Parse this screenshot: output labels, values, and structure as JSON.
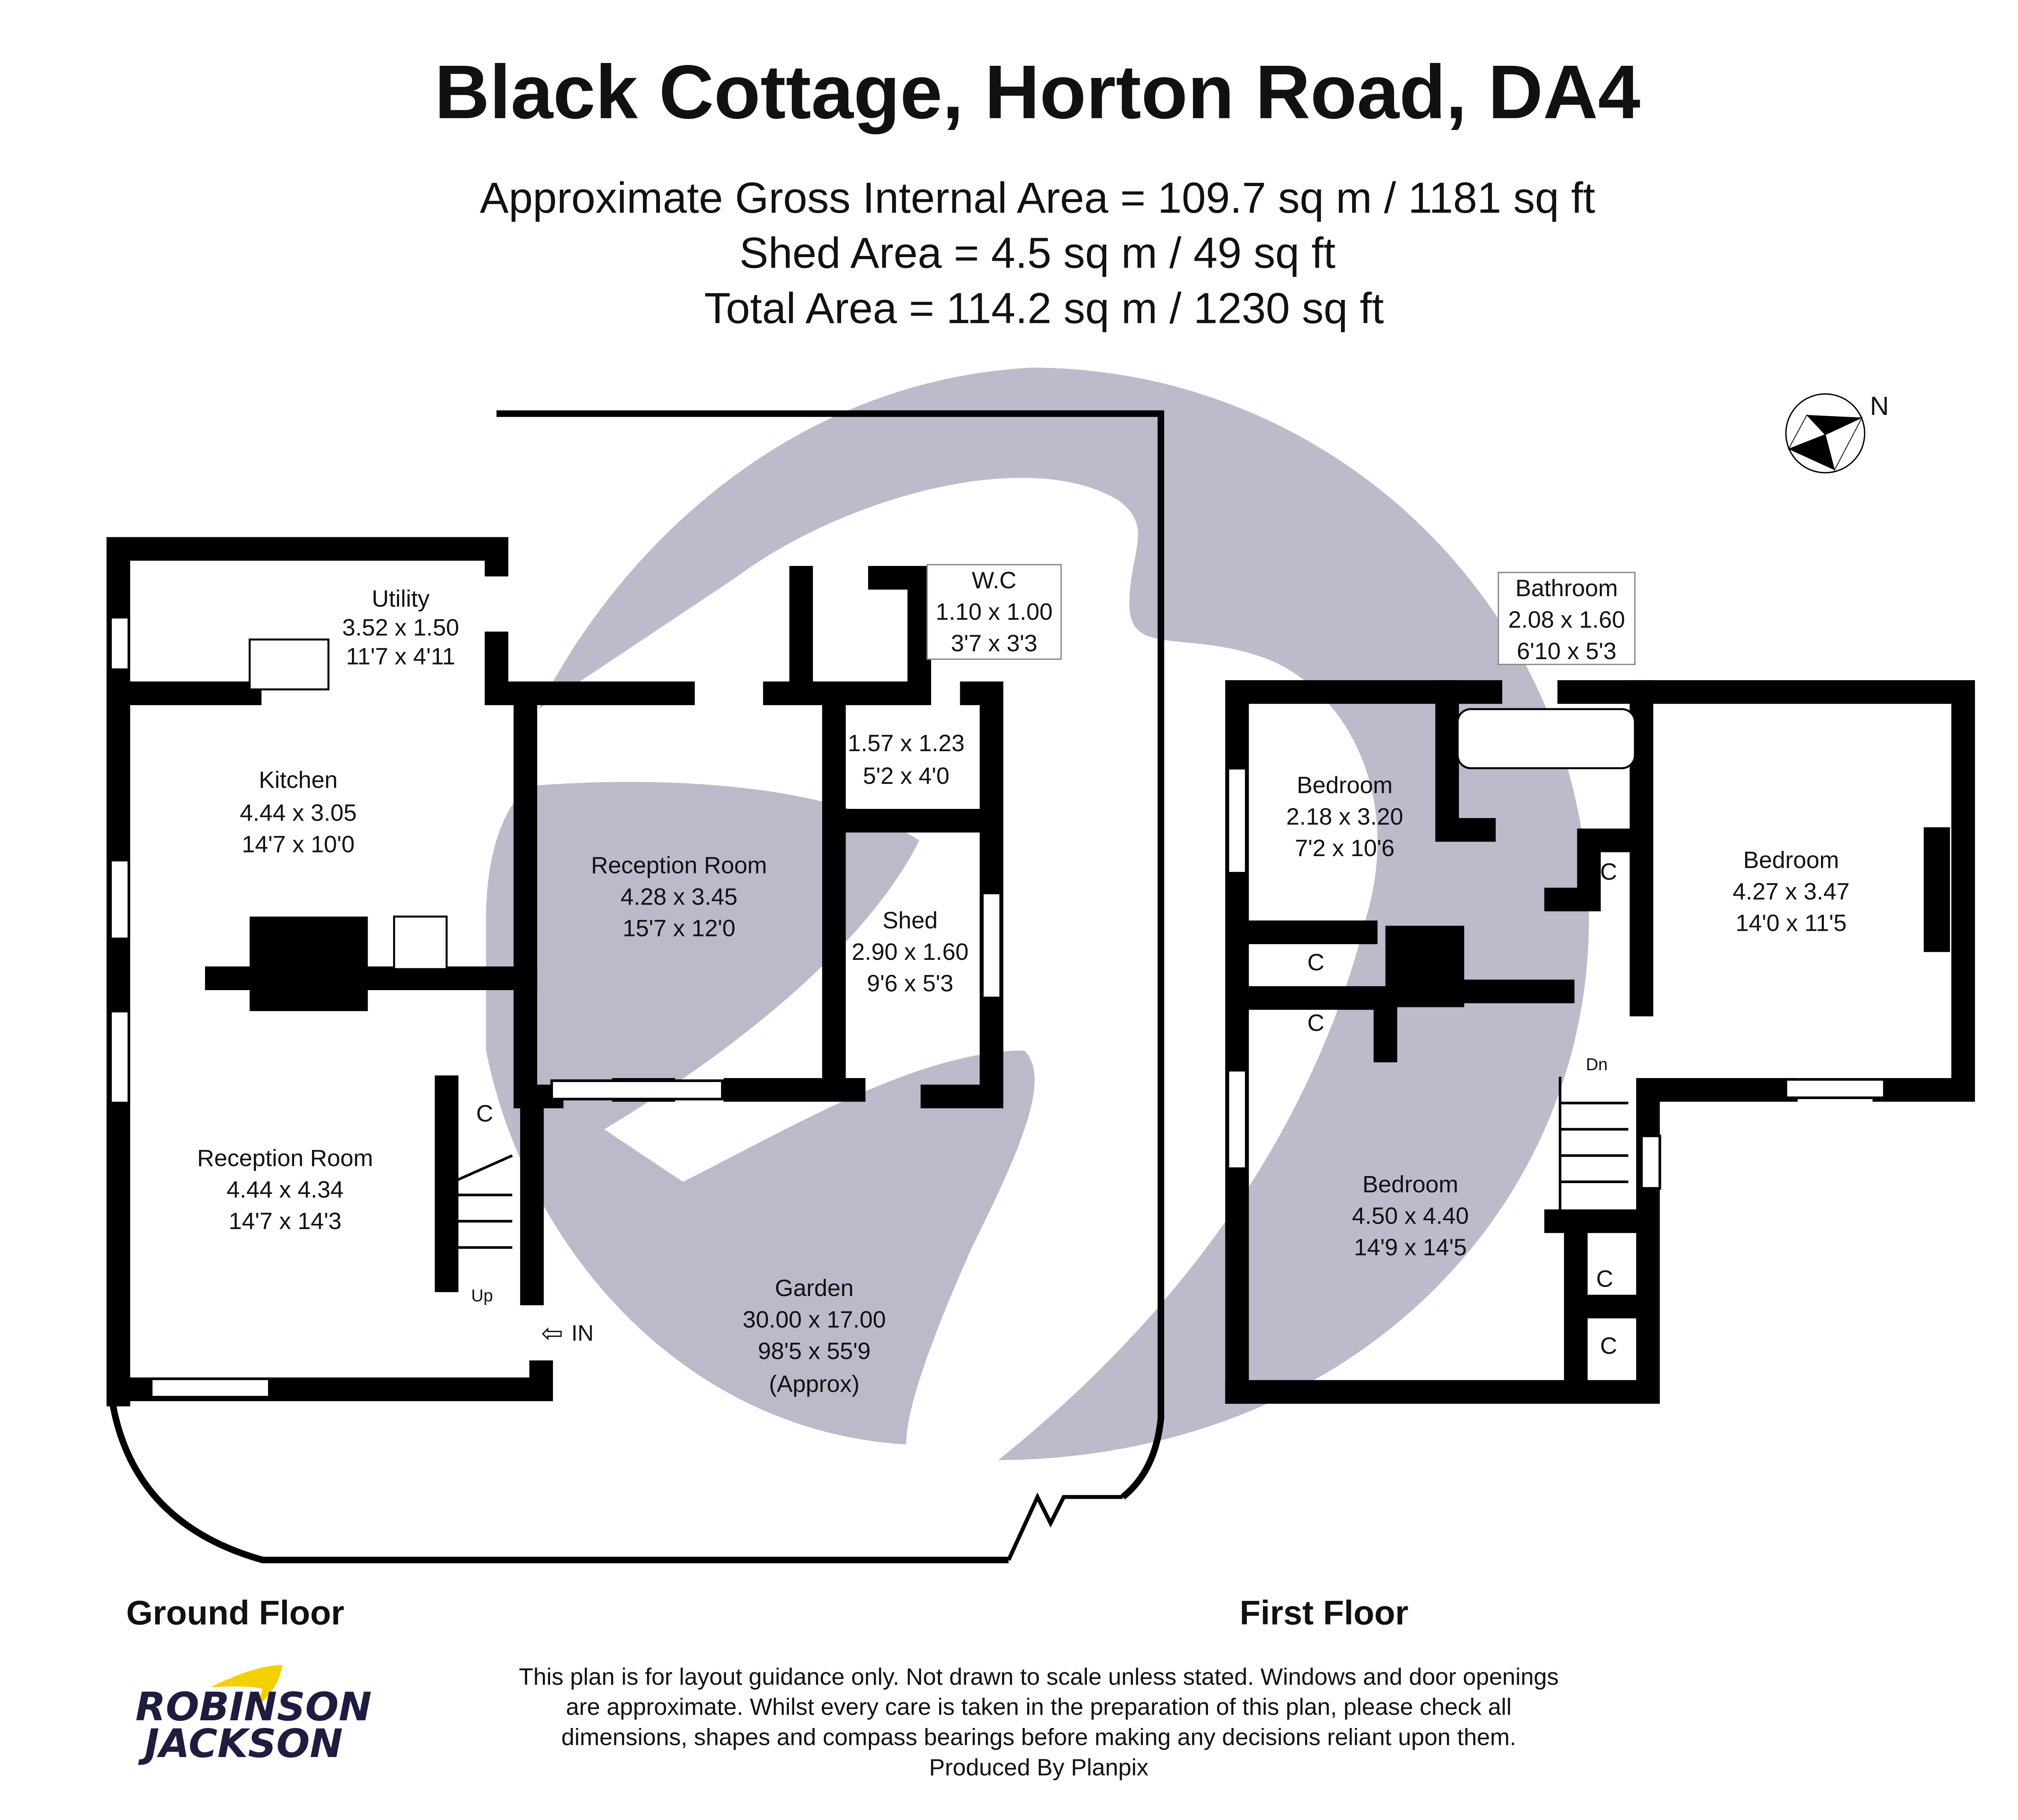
{
  "header": {
    "title": "Black Cottage, Horton Road, DA4",
    "areas": [
      "Approximate Gross Internal Area = 109.7 sq m / 1181 sq ft",
      "Shed Area = 4.5 sq m / 49 sq ft",
      "Total Area = 114.2 sq m / 1230 sq ft"
    ]
  },
  "compass": {
    "label": "N",
    "icon": "compass-rose-icon"
  },
  "ground_floor": {
    "label": "Ground Floor",
    "rooms": {
      "utility": {
        "name": "Utility",
        "metric": "3.52 x 1.50",
        "imperial": "11'7 x 4'11"
      },
      "wc": {
        "name": "W.C",
        "metric": "1.10 x 1.00",
        "imperial": "3'7 x 3'3"
      },
      "kitchen": {
        "name": "Kitchen",
        "metric": "4.44 x 3.05",
        "imperial": "14'7 x 10'0"
      },
      "store": {
        "metric": "1.57 x 1.23",
        "imperial": "5'2 x 4'0"
      },
      "reception_rear": {
        "name": "Reception Room",
        "metric": "4.28 x 3.45",
        "imperial": "15'7 x 12'0"
      },
      "shed": {
        "name": "Shed",
        "metric": "2.90 x 1.60",
        "imperial": "9'6 x 5'3"
      },
      "reception_front": {
        "name": "Reception Room",
        "metric": "4.44 x 4.34",
        "imperial": "14'7 x 14'3"
      },
      "garden": {
        "name": "Garden",
        "metric": "30.00 x 17.00",
        "imperial": "98'5 x 55'9",
        "note": "(Approx)"
      }
    },
    "cupboard": "C",
    "stairs": "Up",
    "entrance": "IN"
  },
  "first_floor": {
    "label": "First Floor",
    "rooms": {
      "bathroom": {
        "name": "Bathroom",
        "metric": "2.08 x 1.60",
        "imperial": "6'10 x 5'3"
      },
      "bedroom_small": {
        "name": "Bedroom",
        "metric": "2.18 x 3.20",
        "imperial": "7'2 x 10'6"
      },
      "bedroom_right": {
        "name": "Bedroom",
        "metric": "4.27 x 3.47",
        "imperial": "14'0 x 11'5"
      },
      "bedroom_main": {
        "name": "Bedroom",
        "metric": "4.50 x 4.40",
        "imperial": "14'9 x 14'5"
      }
    },
    "cupboard": "C",
    "stairs": "Dn"
  },
  "footer": {
    "disclaimer": [
      "This plan is for layout guidance only. Not drawn to scale unless stated. Windows and door openings",
      "are approximate. Whilst every care is taken in the preparation of this plan, please check all",
      "dimensions, shapes and compass bearings before making any decisions reliant upon them.",
      "Produced By Planpix"
    ],
    "logo": {
      "line1": "ROBINSON",
      "line2": "JACKSON",
      "brand_color": "#1e1c3f",
      "accent_color": "#f5d000"
    }
  },
  "colors": {
    "watermark": "#b8b7c8",
    "walls": "#000000"
  }
}
